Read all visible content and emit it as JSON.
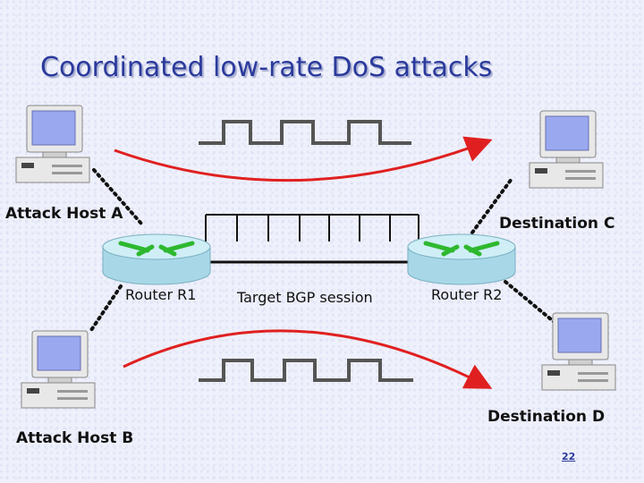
{
  "title": "Coordinated low-rate DoS attacks",
  "labels": {
    "attack_host_a": "Attack Host A",
    "attack_host_b": "Attack Host B",
    "destination_c": "Destination C",
    "destination_d": "Destination D",
    "router_r1": "Router R1",
    "router_r2": "Router R2",
    "target_session": "Target BGP session"
  },
  "page_number": "22",
  "colors": {
    "title": "#2a3a9c",
    "attack_flow": "#e02020",
    "pulse_wave": "#555555",
    "router_body": "#a8d8e8",
    "router_top": "#2eb82e"
  }
}
